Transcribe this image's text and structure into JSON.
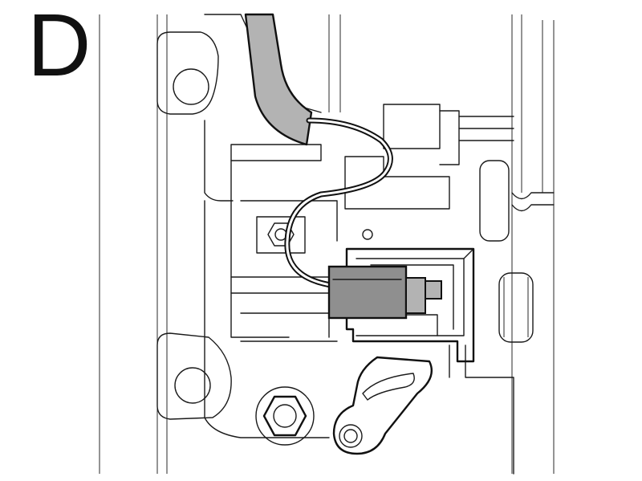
{
  "panel": {
    "label": "D"
  },
  "colors": {
    "line": "#1a1a1a",
    "shade": "#b3b3b3",
    "connector": "#8f8f8f",
    "background": "#ffffff"
  },
  "parts": [
    "gray-harness-sleeve",
    "two-wire-lead",
    "inline-connector",
    "sensor-bracket",
    "hex-bolts",
    "valve-body-housing"
  ]
}
